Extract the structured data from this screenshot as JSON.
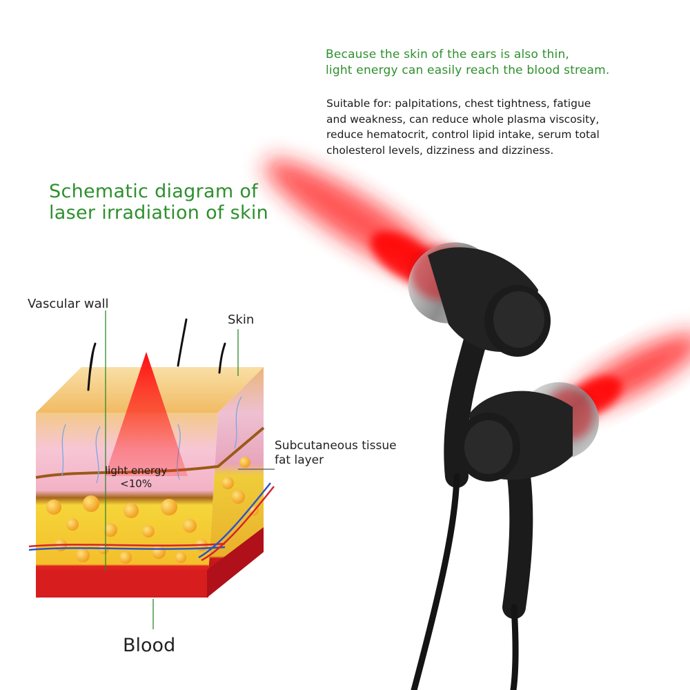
{
  "intro": {
    "line1": "Because the skin of the ears is also thin,",
    "line2": "light energy can easily reach the blood stream."
  },
  "suitable": {
    "line1": "Suitable for: palpitations, chest tightness, fatigue",
    "line2": "and weakness, can reduce whole plasma viscosity,",
    "line3": "reduce hematocrit, control lipid intake, serum total",
    "line4": "cholesterol levels, dizziness and dizziness."
  },
  "diagram": {
    "title_line1": "Schematic diagram of",
    "title_line2": "laser irradiation of skin",
    "labels": {
      "vascular_wall": "Vascular wall",
      "skin": "Skin",
      "subcutaneous_line1": "Subcutaneous tissue",
      "subcutaneous_line2": "fat layer",
      "light_energy": "light energy",
      "percent": "<10%",
      "blood": "Blood"
    }
  },
  "colors": {
    "title_green": "#2e8f2e",
    "laser_red": "#ff1a1a",
    "earbud_body": "#1b1b1b",
    "blood_red": "#d42020",
    "fat_yellow": "#f5c22a"
  }
}
